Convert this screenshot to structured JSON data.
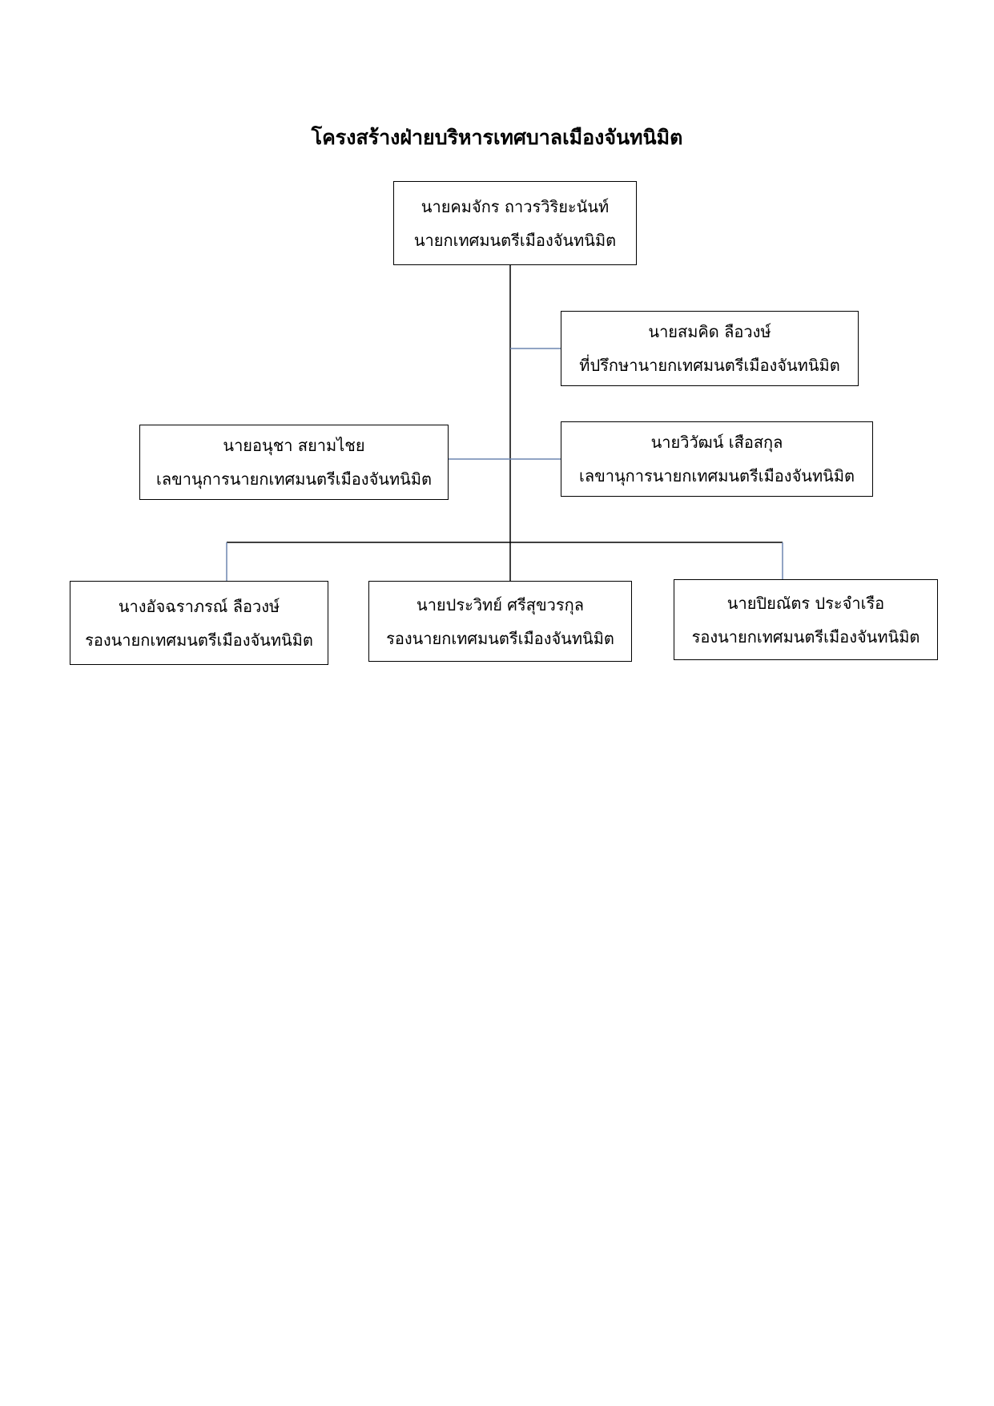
{
  "title": "โครงสร้างฝ่ายบริหารเทศบาลเมืองจันทนิมิต",
  "colors": {
    "connector": "#6d86b0",
    "border": "#000000"
  },
  "mayor": {
    "name": "นายคมจักร  ถาวรวิริยะนันท์",
    "position": "นายกเทศมนตรีเมืองจันทนิมิต"
  },
  "advisor": {
    "name": "นายสมคิด  ลือวงษ์",
    "position": "ที่ปรึกษานายกเทศมนตรีเมืองจันทนิมิต"
  },
  "secretary_left": {
    "name": "นายอนุชา  สยามไชย",
    "position": "เลขานุการนายกเทศมนตรีเมืองจันทนิมิต"
  },
  "secretary_right": {
    "name": "นายวิวัฒน์  เสือสกุล",
    "position": "เลขานุการนายกเทศมนตรีเมืองจันทนิมิต"
  },
  "deputy_left": {
    "name": "นางอัจฉราภรณ์  ลือวงษ์",
    "position": "รองนายกเทศมนตรีเมืองจันทนิมิต"
  },
  "deputy_center": {
    "name": "นายประวิทย์  ศรีสุขวรกุล",
    "position": "รองนายกเทศมนตรีเมืองจันทนิมิต"
  },
  "deputy_right": {
    "name": "นายปิยณัตร  ประจำเรือ",
    "position": "รองนายกเทศมนตรีเมืองจันทนิมิต"
  }
}
